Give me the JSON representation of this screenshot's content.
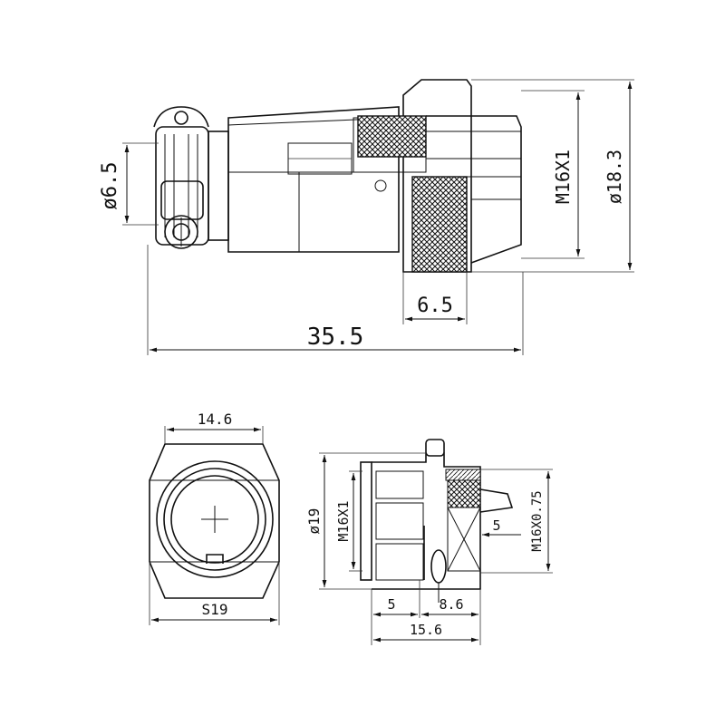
{
  "drawing": {
    "top_view": {
      "dimensions": {
        "thread": "M16X1",
        "outer_diameter": "ø18.3",
        "cable_diameter": "ø6.5",
        "nut_length": "6.5",
        "overall_length": "35.5"
      }
    },
    "front_view": {
      "dimensions": {
        "width": "14.6",
        "hex": "S19"
      }
    },
    "side_view": {
      "dimensions": {
        "diameter": "ø19",
        "thread": "M16X1",
        "rear_thread": "M16X0.75",
        "pin_offset": "5",
        "flange_length": "5",
        "body_length": "8.6",
        "total_length": "15.6"
      }
    }
  }
}
